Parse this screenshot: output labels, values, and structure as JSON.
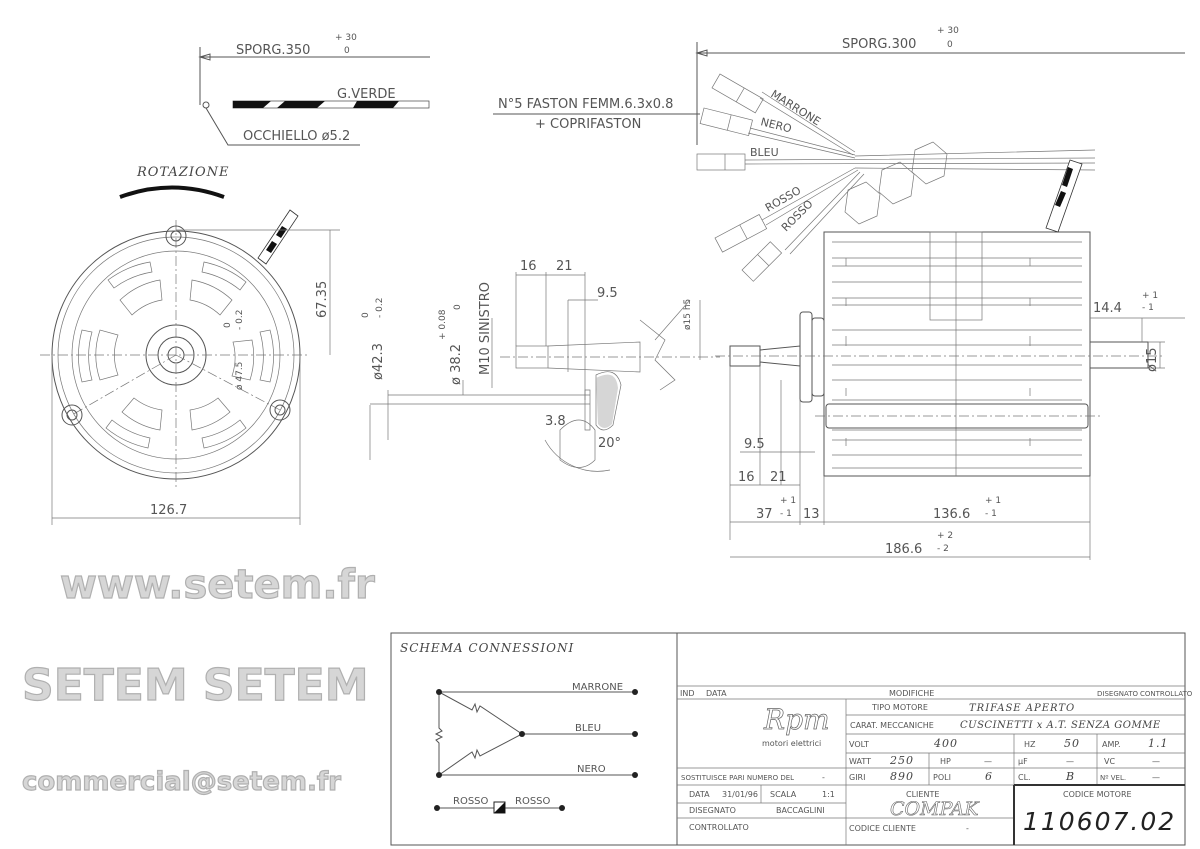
{
  "drawing": {
    "rotation_label": "ROTAZIONE",
    "ground_lead": {
      "sporg": "SPORG.350",
      "tol_plus": "+ 30",
      "tol_zero": "0",
      "wire": "G.VERDE",
      "eyelet": "OCCHIELLO ø5.2"
    },
    "leads": {
      "sporg": "SPORG.300",
      "tol_plus": "+ 30",
      "tol_zero": "0"
    },
    "faston": {
      "line1": "N°5 FASTON FEMM.6.3x0.8",
      "line2": "+ COPRIFASTON"
    },
    "wires": [
      "MARRONE",
      "NERO",
      "BLEU",
      "ROSSO",
      "ROSSO"
    ],
    "front_dims": {
      "height": "67.35",
      "diameter": "126.7"
    },
    "shaft_dims": {
      "d1": "ø 47.5",
      "d1_tol_up": "0",
      "d1_tol_dn": "- 0.2",
      "d2": "ø42.3",
      "d2_tol_up": "0",
      "d2_tol_dn": "- 0.2",
      "d3": "ø 38.2",
      "d3_tol_up": "+ 0.08",
      "d3_tol_dn": "0",
      "thread": "M10 SINISTRO",
      "l16": "16",
      "l21": "21",
      "l95": "9.5",
      "shaft_d": "ø15 h5",
      "l38": "3.8",
      "angle": "20°"
    },
    "side_dims": {
      "rear": "14.4",
      "rear_tol_up": "+ 1",
      "rear_tol_dn": "- 1",
      "rear_shaft": "ø15",
      "l95": "9.5",
      "l16": "16",
      "l21": "21",
      "l37": "37",
      "l37_tol_up": "+ 1",
      "l37_tol_dn": "- 1",
      "l13": "13",
      "body": "136.6",
      "body_tol_up": "+ 1",
      "body_tol_dn": "- 1",
      "total": "186.6",
      "total_tol_up": "+ 2",
      "total_tol_dn": "- 2"
    }
  },
  "watermarks": [
    "www.setem.fr",
    "SETEM SETEM",
    "commercial@setem.fr"
  ],
  "schema": {
    "title": "SCHEMA CONNESSIONI",
    "labels": [
      "MARRONE",
      "BLEU",
      "NERO"
    ],
    "capacitor_labels": [
      "ROSSO",
      "ROSSO"
    ]
  },
  "title_block": {
    "header": {
      "ind": "IND",
      "data": "DATA",
      "modifiche": "MODIFICHE",
      "disegnato": "DISEGNATO",
      "controllato": "CONTROLLATO"
    },
    "logo": {
      "brand": "Rpm",
      "subtitle": "motori elettrici"
    },
    "sostituisce": {
      "label": "SOSTITUISCE PARI NUMERO DEL",
      "value": "-"
    },
    "data": {
      "label": "DATA",
      "value": "31/01/96"
    },
    "scala": {
      "label": "SCALA",
      "value": "1:1"
    },
    "disegnato": {
      "label": "DISEGNATO",
      "value": "BACCAGLINI"
    },
    "controllato": {
      "label": "CONTROLLATO"
    },
    "tipo_motore": {
      "label": "TIPO MOTORE",
      "value": "TRIFASE  APERTO"
    },
    "carat": {
      "label": "CARAT. MECCANICHE",
      "value": "CUSCINETTI x A.T. SENZA GOMME"
    },
    "specs": {
      "volt": {
        "label": "VOLT",
        "value": "400"
      },
      "hz": {
        "label": "HZ",
        "value": "50"
      },
      "amp": {
        "label": "AMP.",
        "value": "1.1"
      },
      "watt": {
        "label": "WATT",
        "value": "250"
      },
      "hp": {
        "label": "HP",
        "value": "—"
      },
      "uf": {
        "label": "µF",
        "value": "—"
      },
      "vc": {
        "label": "VC",
        "value": "—"
      },
      "giri": {
        "label": "GIRI",
        "value": "890"
      },
      "poli": {
        "label": "POLI",
        "value": "6"
      },
      "cl": {
        "label": "CL.",
        "value": "B"
      },
      "nvel": {
        "label": "Nº VEL.",
        "value": "—"
      }
    },
    "cliente": {
      "label": "CLIENTE",
      "value": "COMPAK"
    },
    "codice_cliente": {
      "label": "CODICE CLIENTE",
      "value": "-"
    },
    "codice_motore": {
      "label": "CODICE MOTORE",
      "value": "110607.02"
    }
  }
}
